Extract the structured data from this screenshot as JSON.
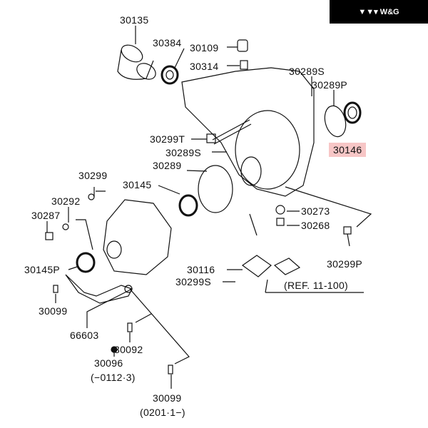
{
  "logo": {
    "text": "W&G"
  },
  "labels": {
    "p30135": "30135",
    "p30384": "30384",
    "p30109": "30109",
    "p30314": "30314",
    "p30289S_top": "30289S",
    "p30289P": "30289P",
    "p30299T": "30299T",
    "p30289S_mid": "30289S",
    "p30146": "30146",
    "p30299": "30299",
    "p30289": "30289",
    "p30145": "30145",
    "p30292": "30292",
    "p30287": "30287",
    "p30273": "30273",
    "p30268": "30268",
    "p30116": "30116",
    "p30299S": "30299S",
    "ref": "(REF. 11-100)",
    "p30145P": "30145P",
    "p30299P": "30299P",
    "p30099_a": "30099",
    "p66603": "66603",
    "p30092": "30092",
    "p30096": "30096",
    "range1": "(−0112·3)",
    "p30099_b": "30099",
    "range2": "(0201·1−)"
  },
  "highlight_color": "#f7c6c6"
}
